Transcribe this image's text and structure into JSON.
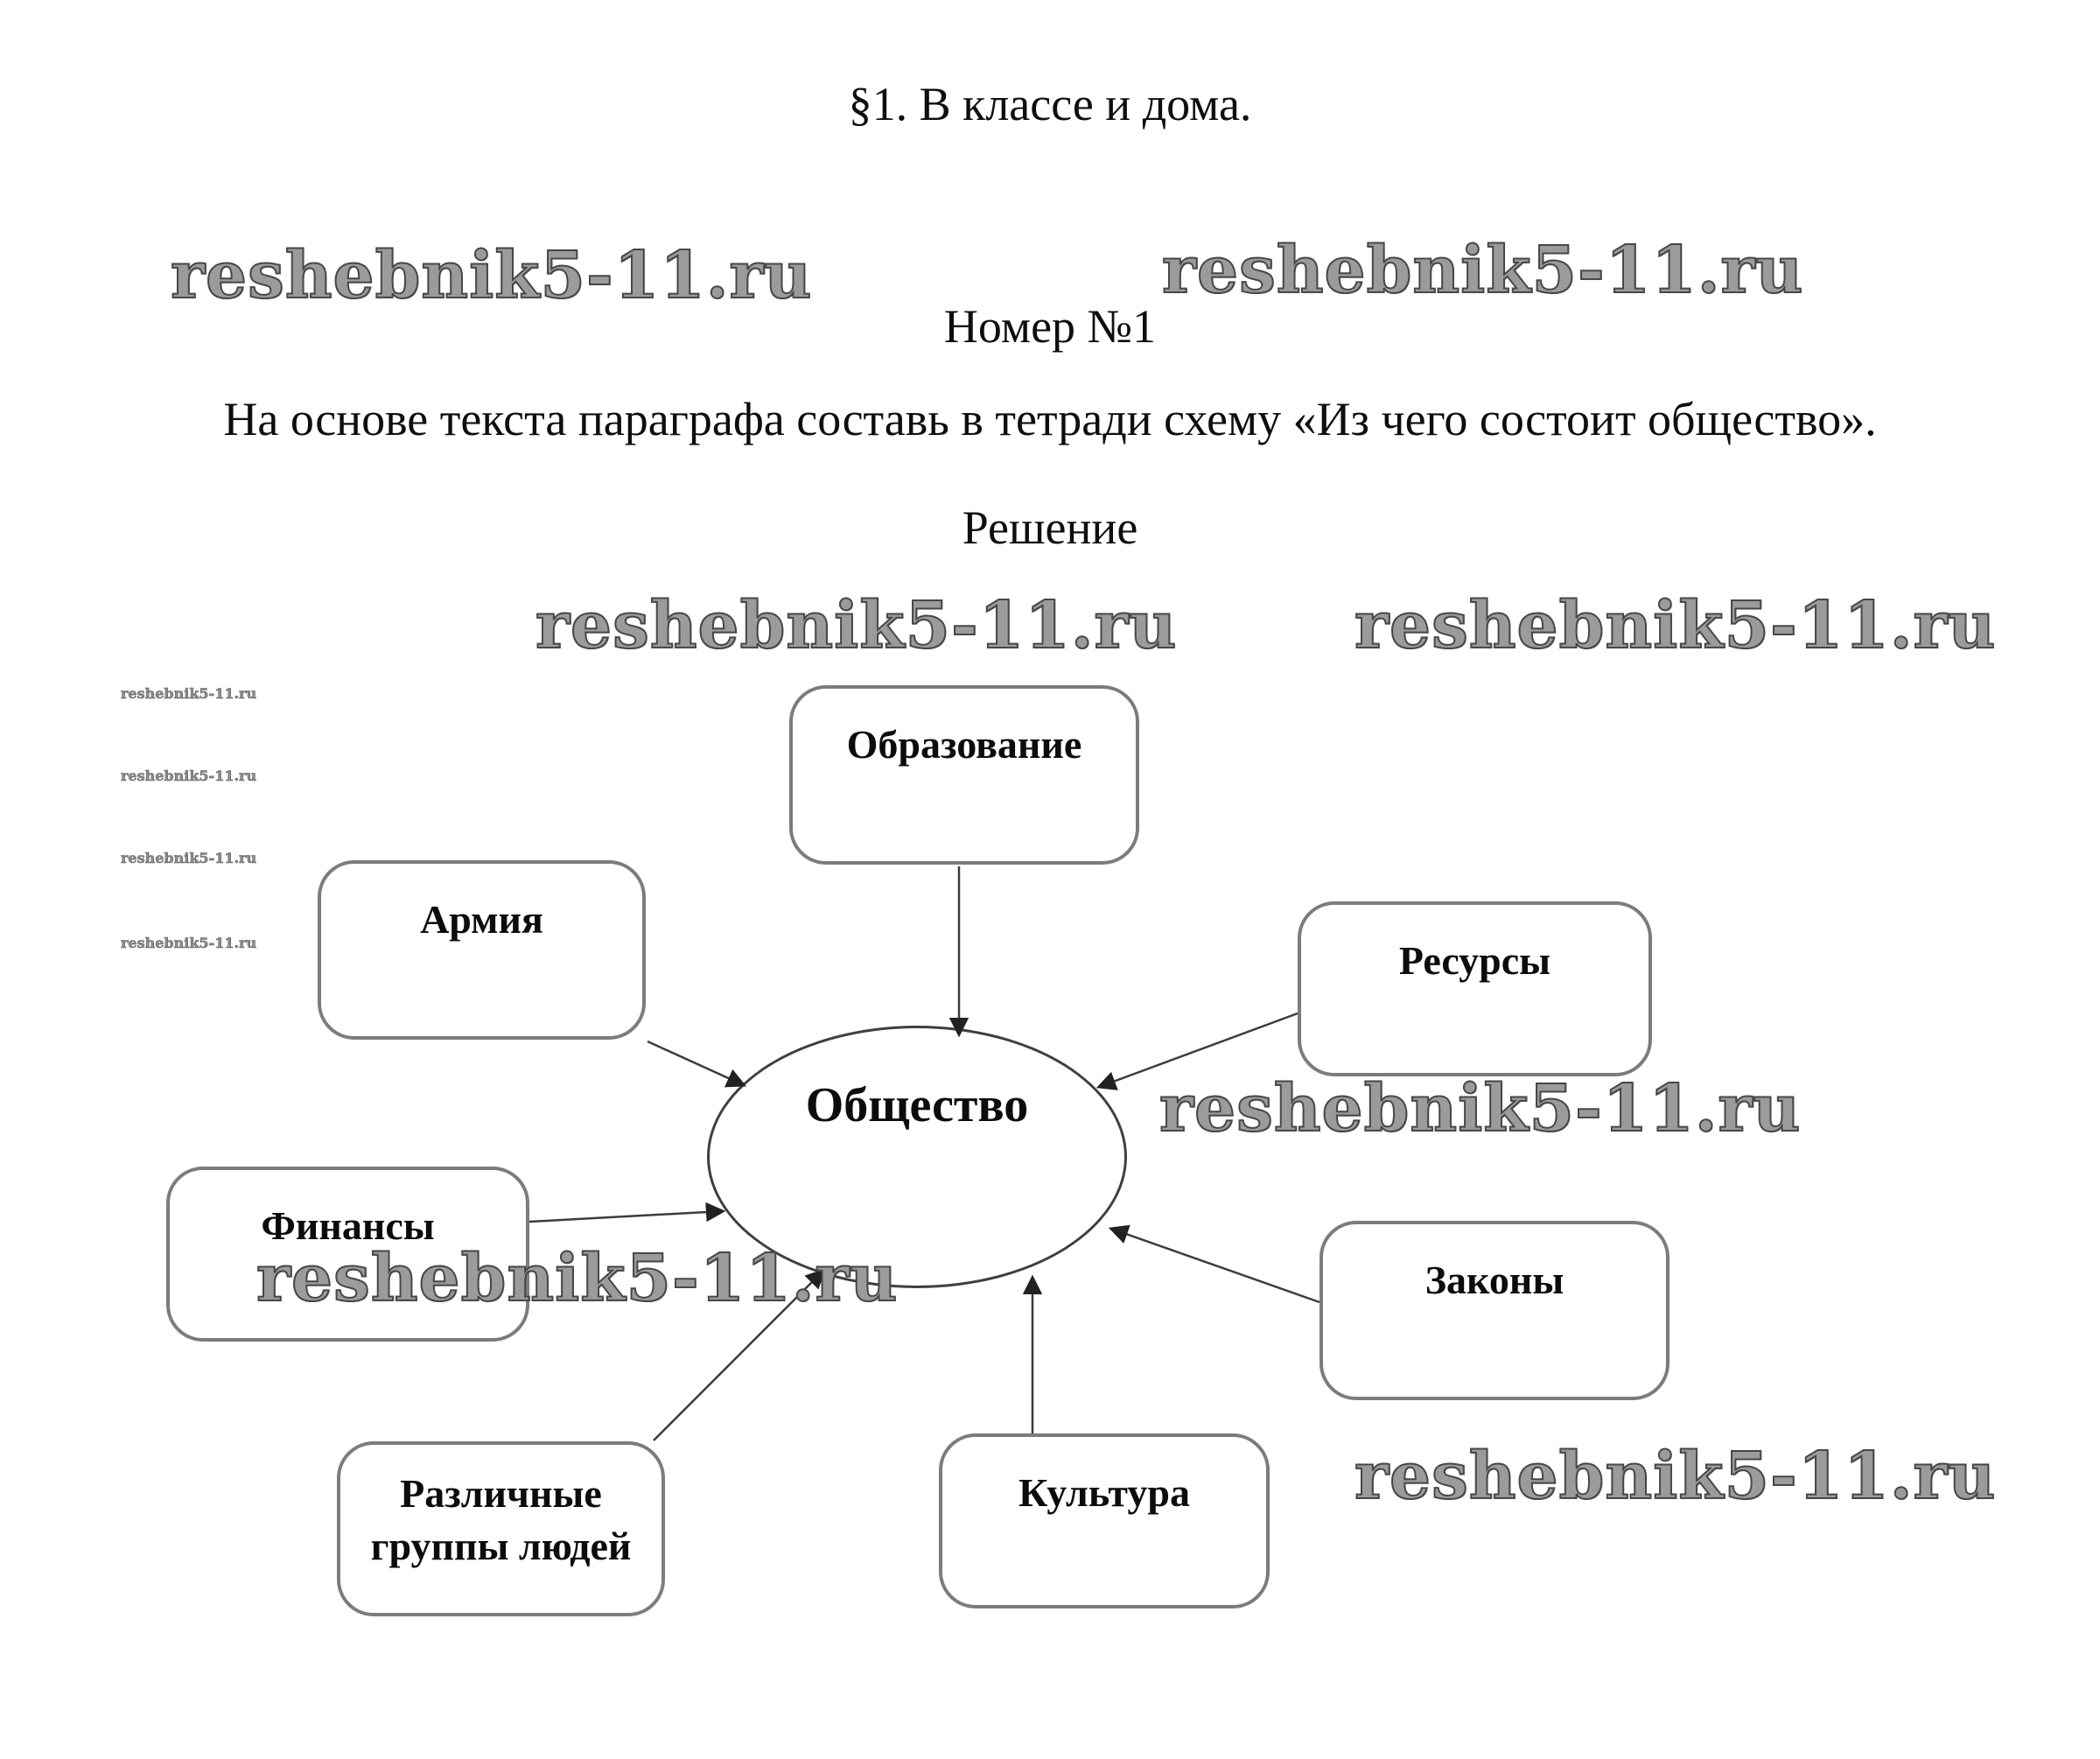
{
  "page": {
    "title": "§1. В классе и дома.",
    "task_number": "Номер №1",
    "task_text": "На основе текста параграфа составь в тетради схему «Из чего состоит общество».",
    "solution_label": "Решение"
  },
  "watermark": {
    "text": "reshebnik5-11.ru"
  },
  "diagram": {
    "center": {
      "label": "Общество"
    },
    "nodes": {
      "obrazovanie": {
        "label": "Образование"
      },
      "armiya": {
        "label": "Армия"
      },
      "resursy": {
        "label": "Ресурсы"
      },
      "finansy": {
        "label": "Финансы"
      },
      "zakony": {
        "label": "Законы"
      },
      "gruppy": {
        "label": "Различные группы людей"
      },
      "kultura": {
        "label": "Культура"
      }
    }
  }
}
